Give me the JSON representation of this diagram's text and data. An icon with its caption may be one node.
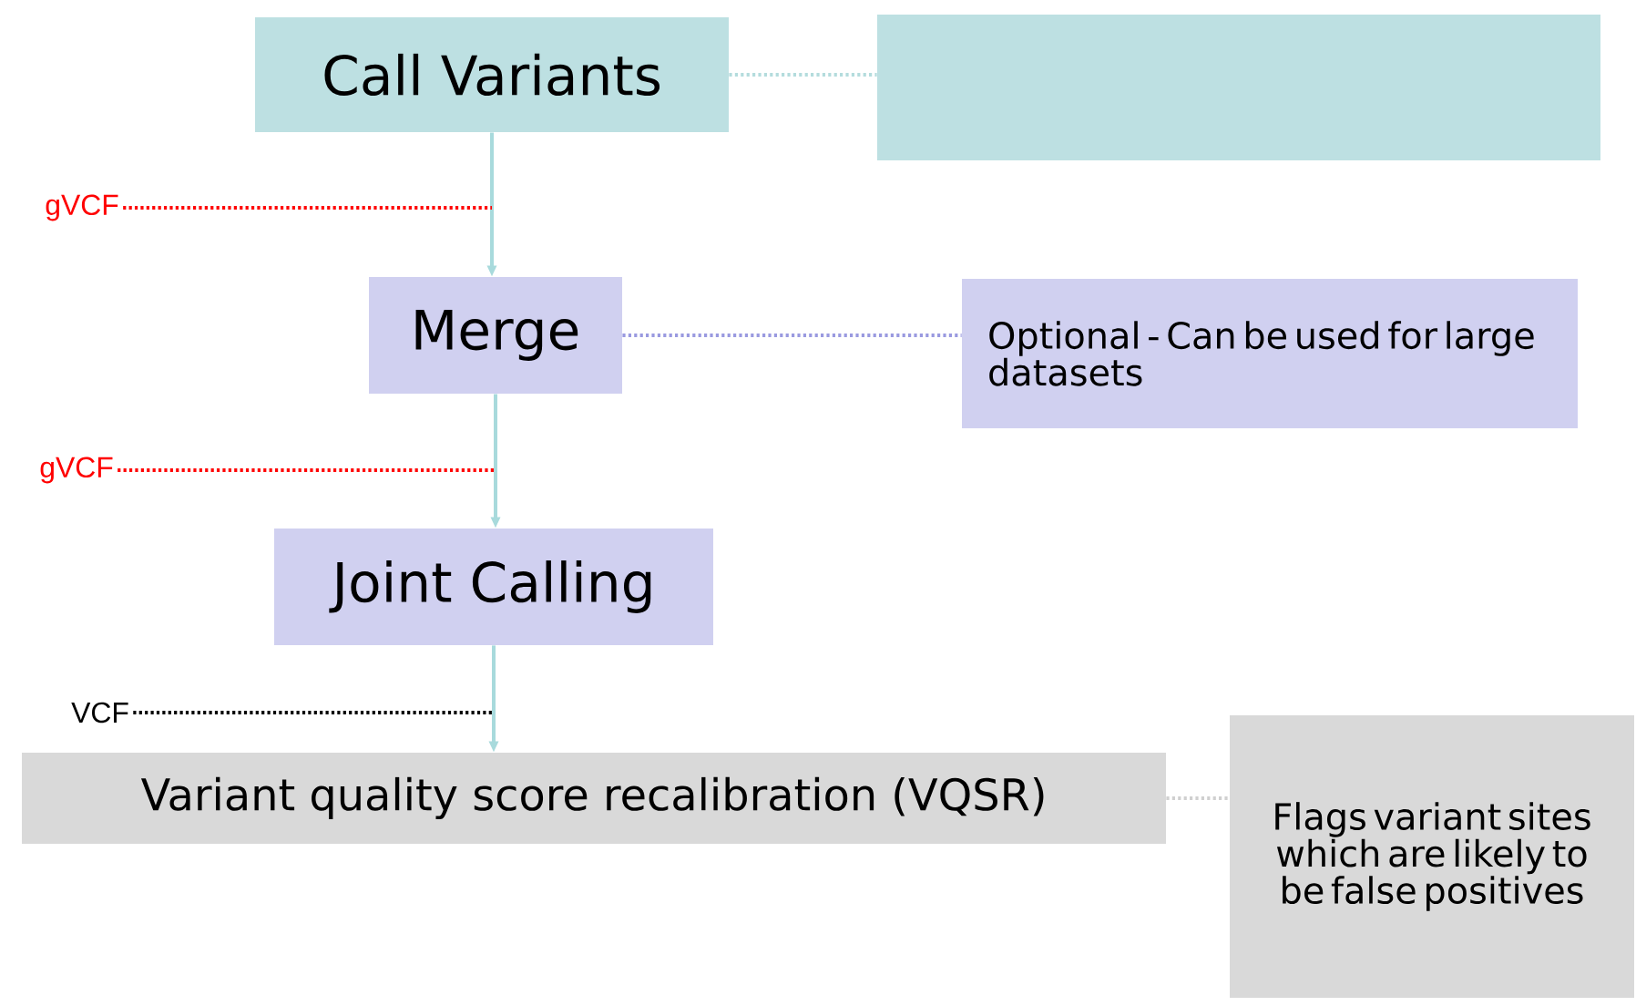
{
  "diagram": {
    "nodes": [
      {
        "text": [
          "Call Variants"
        ]
      },
      {
        "text": [],
        "shape": "box"
      },
      {
        "text": [
          "gVCF"
        ]
      },
      {
        "text": [
          "Merge"
        ]
      },
      {
        "text": [
          "Optional - Can be used for large datasets"
        ]
      },
      {
        "text": [
          "gVCF"
        ]
      },
      {
        "text": [
          "Joint Calling"
        ]
      },
      {
        "text": [
          "VCF"
        ]
      },
      {
        "text": [
          "Variant quality score recalibration (VQSR)"
        ]
      },
      {
        "text": [
          "Flags variant sites which are likely to be false positives"
        ]
      }
    ],
    "edges": [
      {
        "from": 0,
        "to": 3,
        "arrow": "to",
        "color": "#a8dadc"
      },
      {
        "from": 3,
        "to": 6,
        "arrow": "to",
        "color": "#a8dadc"
      },
      {
        "from": 6,
        "to": 8,
        "arrow": "to",
        "color": "#a8dadc"
      },
      {
        "from": 0,
        "to": 1,
        "arrow": "none",
        "style": "dashed",
        "color": "#b4dcdd"
      },
      {
        "from": 3,
        "to": 4,
        "arrow": "none",
        "style": "dashed",
        "color": "#9a9ae0"
      },
      {
        "from": 8,
        "to": 9,
        "arrow": "none",
        "style": "dashed",
        "color": "#d0d0d0"
      },
      {
        "from": 2,
        "to": null,
        "arrow": "none",
        "style": "dashed",
        "color": "#ff0000"
      },
      {
        "from": 5,
        "to": null,
        "arrow": "none",
        "style": "dashed",
        "color": "#ff0000"
      },
      {
        "from": 7,
        "to": null,
        "arrow": "none",
        "style": "dashed",
        "color": "#000000"
      }
    ]
  }
}
